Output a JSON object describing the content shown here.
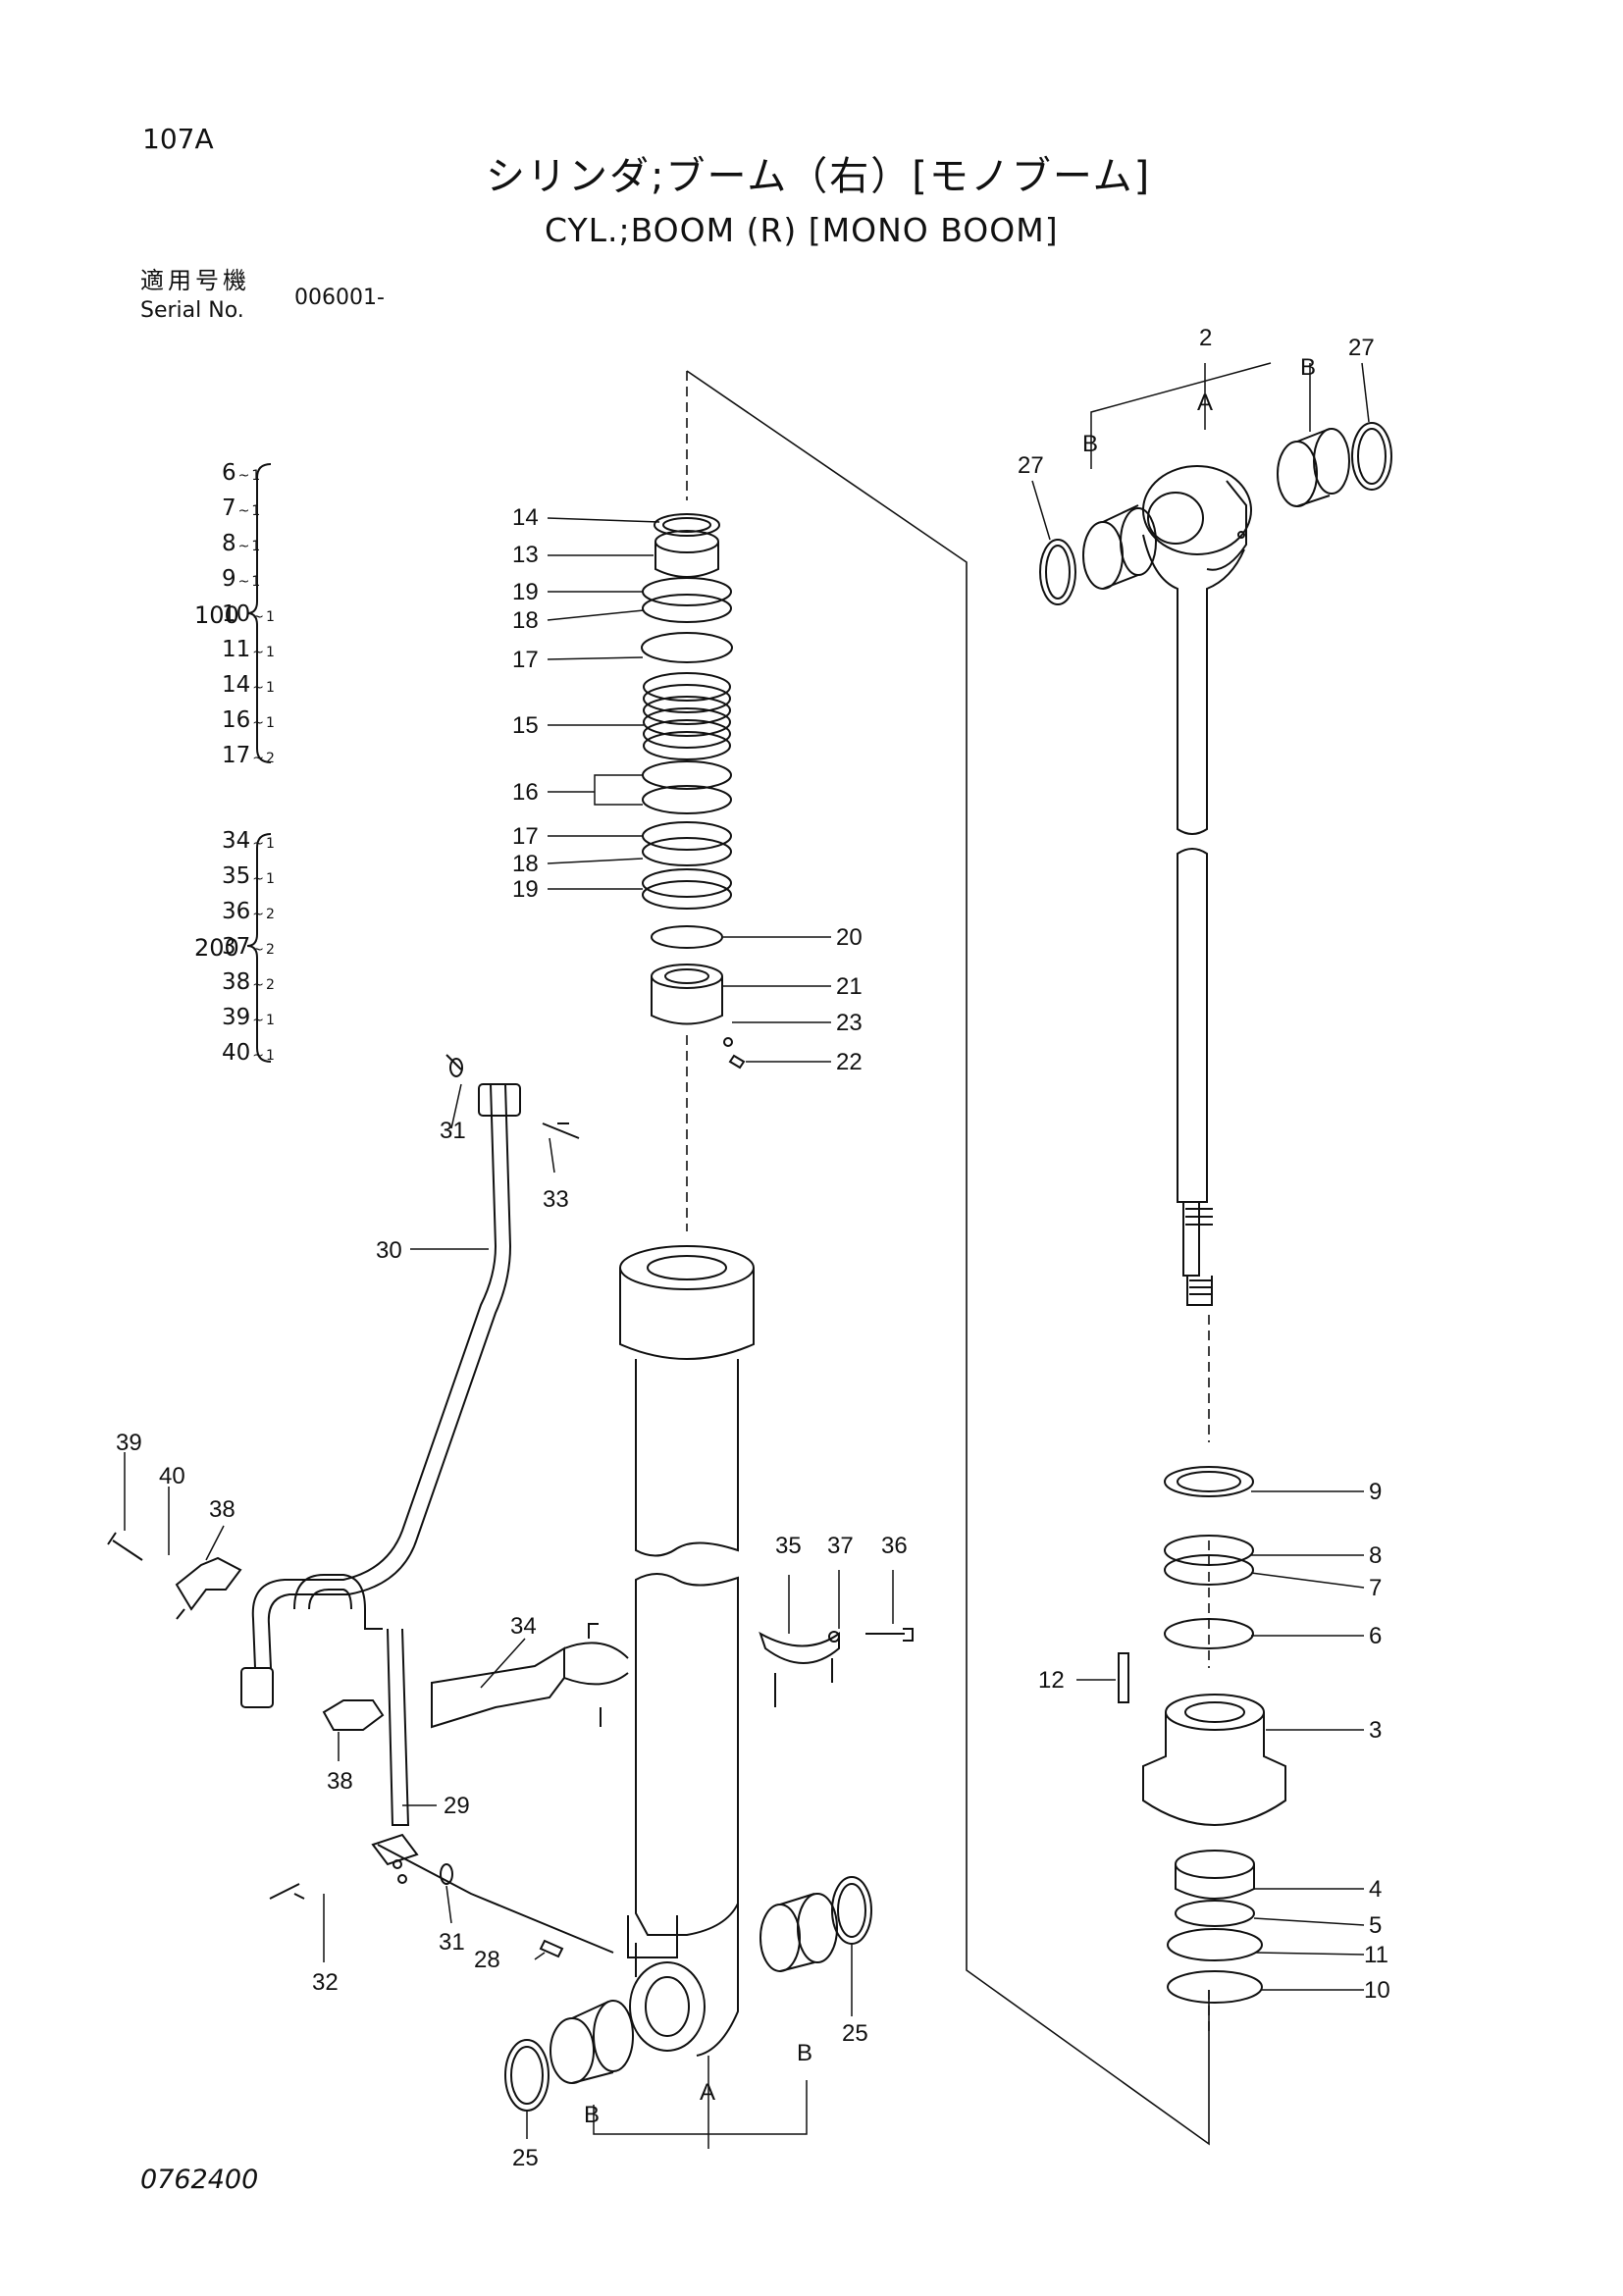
{
  "page_number": "107A",
  "title_jp": "シリンダ;ブーム（右）[モノブーム]",
  "title_en": "CYL.;BOOM (R) [MONO BOOM]",
  "serial": {
    "label_jp": "適用号機",
    "label_en": "Serial No.",
    "value": "006001-"
  },
  "drawing_number": "0762400",
  "kit_100": {
    "label": "100",
    "items": [
      {
        "part": "6",
        "qty": "1"
      },
      {
        "part": "7",
        "qty": "1"
      },
      {
        "part": "8",
        "qty": "1"
      },
      {
        "part": "9",
        "qty": "1"
      },
      {
        "part": "10",
        "qty": "1"
      },
      {
        "part": "11",
        "qty": "1"
      },
      {
        "part": "14",
        "qty": "1"
      },
      {
        "part": "16",
        "qty": "1"
      },
      {
        "part": "17",
        "qty": "2"
      }
    ]
  },
  "kit_200": {
    "label": "200",
    "items": [
      {
        "part": "34",
        "qty": "1"
      },
      {
        "part": "35",
        "qty": "1"
      },
      {
        "part": "36",
        "qty": "2"
      },
      {
        "part": "37",
        "qty": "2"
      },
      {
        "part": "38",
        "qty": "2"
      },
      {
        "part": "39",
        "qty": "1"
      },
      {
        "part": "40",
        "qty": "1"
      }
    ]
  },
  "callouts": {
    "c2": "2",
    "cA_top": "A",
    "cB_top_left": "B",
    "cB_top_right": "B",
    "c27_left": "27",
    "c27_right": "27",
    "c14": "14",
    "c13": "13",
    "c19a": "19",
    "c18a": "18",
    "c17a": "17",
    "c15": "15",
    "c16": "16",
    "c17b": "17",
    "c18b": "18",
    "c19b": "19",
    "c20": "20",
    "c21": "21",
    "c23": "23",
    "c22": "22",
    "c31a": "31",
    "c33": "33",
    "c30": "30",
    "c39": "39",
    "c40": "40",
    "c38a": "38",
    "c34": "34",
    "c35": "35",
    "c37": "37",
    "c36": "36",
    "c38b": "38",
    "c29": "29",
    "c32": "32",
    "c31b": "31",
    "c28": "28",
    "c25_left": "25",
    "c25_right": "25",
    "cA_bot": "A",
    "cB_bot_left": "B",
    "cB_bot_right": "B",
    "c9": "9",
    "c8": "8",
    "c7": "7",
    "c6": "6",
    "c12": "12",
    "c3": "3",
    "c4": "4",
    "c5": "5",
    "c11": "11",
    "c10": "10"
  }
}
